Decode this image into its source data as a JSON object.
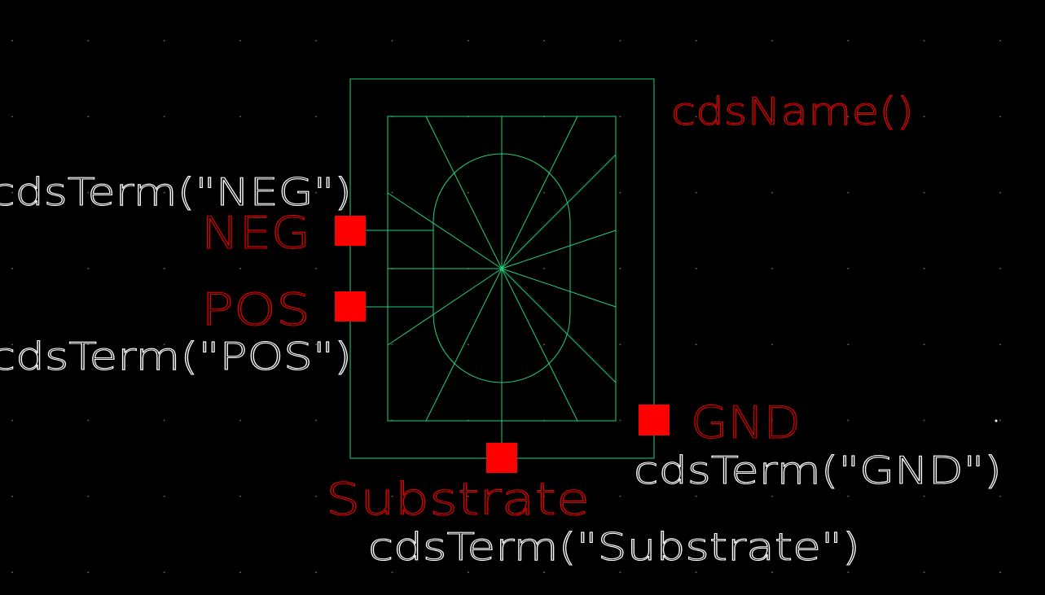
{
  "symbol": {
    "instance_name_label": "cdsName()",
    "pins": [
      {
        "id": "neg",
        "name": "NEG",
        "term_label": "cdsTerm(\"NEG\")"
      },
      {
        "id": "pos",
        "name": "POS",
        "term_label": "cdsTerm(\"POS\")"
      },
      {
        "id": "gnd",
        "name": "GND",
        "term_label": "cdsTerm(\"GND\")"
      },
      {
        "id": "substrate",
        "name": "Substrate",
        "term_label": "cdsTerm(\"Substrate\")"
      }
    ]
  },
  "colors": {
    "background": "#000000",
    "body_outline": "#22d07a",
    "pin": "#ff0000",
    "pin_label": "#e10000",
    "term_label": "#ffffff",
    "grid_dot": "#5a5a5a"
  }
}
